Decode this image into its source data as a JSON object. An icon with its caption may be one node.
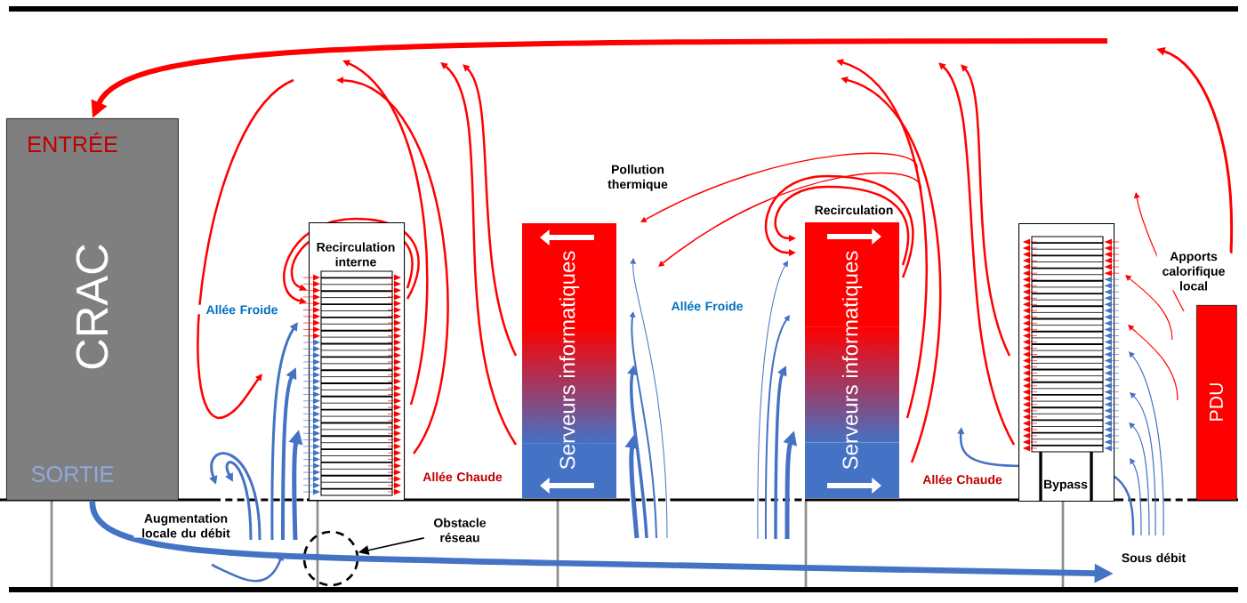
{
  "diagram": {
    "nodes": [
      {
        "text": [
          "ENTRÉE",
          "CRAC",
          "SORTIE"
        ]
      },
      {
        "text": [
          "Recirculation interne"
        ]
      },
      {
        "text": [
          "Serveurs informatiques"
        ]
      },
      {
        "text": [
          "Serveurs informatiques"
        ],
        "beside": [
          "Recirculation"
        ]
      },
      {
        "text": [
          "Bypass"
        ]
      },
      {
        "text": [
          "PDU"
        ]
      },
      {
        "text": [
          "Obstacle réseau"
        ]
      },
      {
        "text": [],
        "shape": "circle"
      }
    ],
    "edges": [
      {
        "from": null,
        "to": 0,
        "arrow": "to",
        "color": "#ff0000"
      },
      {
        "from": 0,
        "to": null,
        "arrow": "to",
        "color": "#4472c4"
      },
      {
        "from": 6,
        "to": 7,
        "arrow": "to",
        "color": "#000000"
      }
    ],
    "labels": [
      "Pollution thermique",
      "Allée Froide",
      "Allée Froide",
      "Apports calorifique local",
      "Allée Chaude",
      "Allée Chaude",
      "Augmentation locale du débit",
      "Sous débit"
    ]
  }
}
